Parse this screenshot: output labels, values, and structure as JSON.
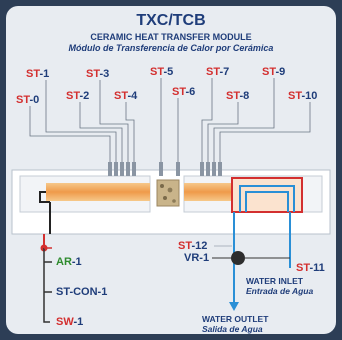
{
  "header": {
    "title": "TXC/TCB",
    "subtitle_en": "CERAMIC HEAT TRANSFER MODULE",
    "subtitle_es": "Módulo de Transferencia de Calor por Cerámica"
  },
  "sensors": {
    "st0": {
      "prefix": "ST",
      "suffix": "-0"
    },
    "st1": {
      "prefix": "ST",
      "suffix": "-1"
    },
    "st2": {
      "prefix": "ST",
      "suffix": "-2"
    },
    "st3": {
      "prefix": "ST",
      "suffix": "-3"
    },
    "st4": {
      "prefix": "ST",
      "suffix": "-4"
    },
    "st5": {
      "prefix": "ST",
      "suffix": "-5"
    },
    "st6": {
      "prefix": "ST",
      "suffix": "-6"
    },
    "st7": {
      "prefix": "ST",
      "suffix": "-7"
    },
    "st8": {
      "prefix": "ST",
      "suffix": "-8"
    },
    "st9": {
      "prefix": "ST",
      "suffix": "-9"
    },
    "st10": {
      "prefix": "ST",
      "suffix": "-10"
    },
    "st11": {
      "prefix": "ST",
      "suffix": "-11"
    },
    "st12": {
      "prefix": "ST",
      "suffix": "-12"
    }
  },
  "controls": {
    "ar1": {
      "prefix": "AR",
      "suffix": "-1"
    },
    "stcon1": "ST-CON-1",
    "sw1": {
      "prefix": "SW",
      "suffix": "-1"
    },
    "vr1": "VR-1"
  },
  "water": {
    "inlet_en": "WATER INLET",
    "inlet_es": "Entrada de Agua",
    "outlet_en": "WATER OUTLET",
    "outlet_es": "Salida de Agua"
  },
  "colors": {
    "accent_red": "#d32f2f",
    "text_blue": "#1f3d7a",
    "water_blue": "#2a8fd6",
    "heater_orange": "#f0a860"
  }
}
